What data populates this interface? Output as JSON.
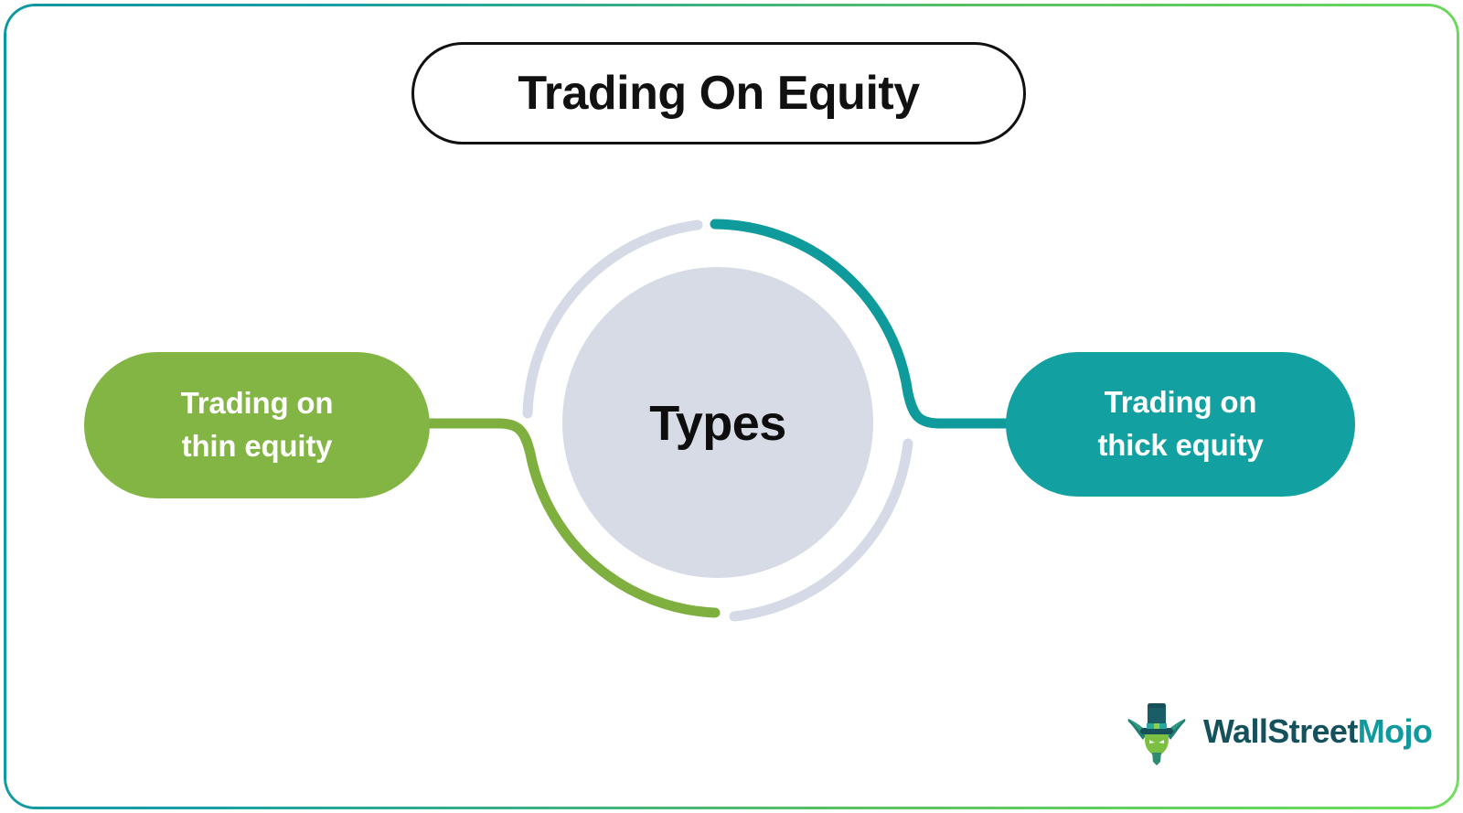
{
  "frame": {
    "border_gradient_from": "#0d97a0",
    "border_gradient_to": "#6ede5c",
    "background": "#ffffff"
  },
  "title": {
    "text": "Trading On Equity",
    "border_color": "#111111",
    "text_color": "#111111"
  },
  "center": {
    "label": "Types",
    "disc_color": "#d7dbe6",
    "ring_gray": "#d5dae6",
    "ring_teal": "#0f9b9b",
    "ring_green": "#7fb03f"
  },
  "branches": [
    {
      "id": "thin-equity",
      "label_line1": "Trading on",
      "label_line2": "thin equity",
      "color": "#83b544",
      "side": "left"
    },
    {
      "id": "thick-equity",
      "label_line1": "Trading on",
      "label_line2": "thick equity",
      "color": "#12a0a0",
      "side": "right"
    }
  ],
  "brand": {
    "name_part1": "WallStreet",
    "name_part2": "Mojo",
    "color_part1": "#14515c",
    "color_part2": "#109a9e",
    "mascot": "bull-with-top-hat-icon"
  }
}
